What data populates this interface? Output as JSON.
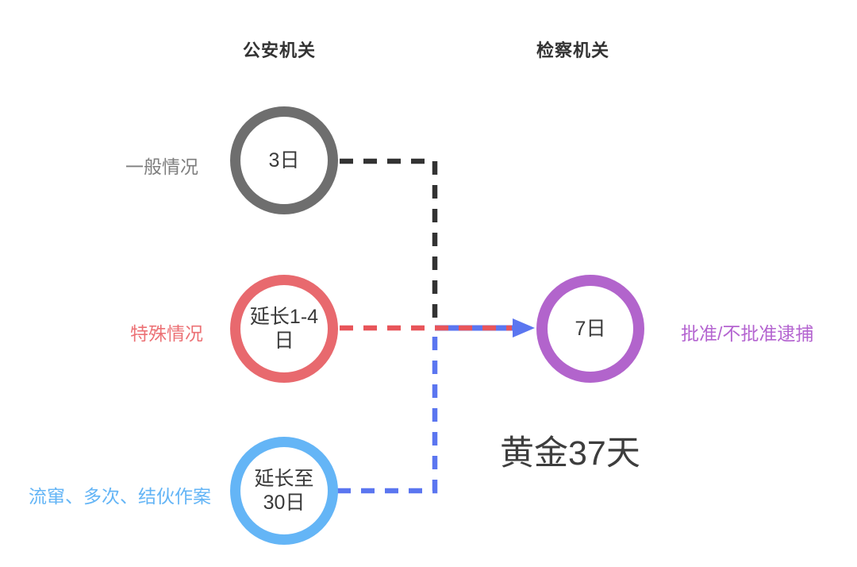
{
  "diagram": {
    "columns": [
      {
        "label": "公安机关"
      },
      {
        "label": "检察机关"
      }
    ],
    "nodes": [
      {
        "name": "general-case-3-days",
        "lines": [
          "3日"
        ],
        "side_label": "一般情况",
        "ring_color": "#6e6e6e",
        "label_color": "#7e7e7e"
      },
      {
        "name": "extend-1-4-days",
        "lines": [
          "延长1-4",
          "日"
        ],
        "side_label": "特殊情况",
        "ring_color": "#e8696e",
        "label_color": "#ec7175"
      },
      {
        "name": "extend-to-30-days",
        "lines": [
          "延长至",
          "30日"
        ],
        "side_label": "流窜、多次、结伙作案",
        "ring_color": "#64b5f6",
        "label_color": "#64b5f6"
      },
      {
        "name": "procuratorate-7-days",
        "lines": [
          "7日"
        ],
        "side_label": "批准/不批准逮捕",
        "ring_color": "#b264cc",
        "label_color": "#b464d0"
      }
    ],
    "annotation": "黄金37天",
    "connector_colors": {
      "general_path_dash": "#333333",
      "special_path_dash": "#e8555a",
      "extended_path_dash": "#5b76f0",
      "arrow": "#5b76f0"
    }
  }
}
